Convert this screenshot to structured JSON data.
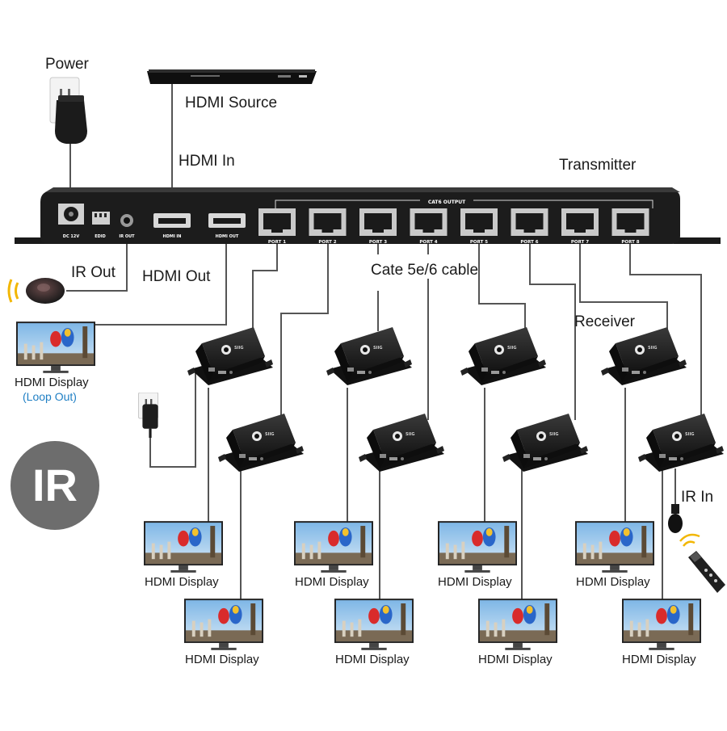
{
  "labels": {
    "power": "Power",
    "hdmi_source": "HDMI Source",
    "hdmi_in": "HDMI In",
    "transmitter": "Transmitter",
    "ir_out": "IR Out",
    "hdmi_out": "HDMI Out",
    "cable": "Cate 5e/6 cable",
    "receiver": "Receiver",
    "ir_in": "IR In",
    "hdmi_display": "HDMI Display",
    "loop_out": "(Loop Out)",
    "ir_badge": "IR"
  },
  "transmitter_panel": {
    "cat6_output": "CAT6 OUTPUT",
    "dc": "DC 12V",
    "edid": "EDID",
    "ir_out": "IR OUT",
    "hdmi_in": "HDMI IN",
    "hdmi_out": "HDMI OUT",
    "ports": [
      "PORT 1",
      "PORT 2",
      "PORT 3",
      "PORT 4",
      "PORT 5",
      "PORT 6",
      "PORT 7",
      "PORT 8"
    ]
  },
  "colors": {
    "device": "#1c1c1c",
    "wire": "#555555",
    "ir_badge": "#6d6d6d",
    "loop_out_text": "#1f7fc4",
    "ir_signal": "#f2b705"
  },
  "icons": [
    "power-plug-icon",
    "dvd-player-icon",
    "ir-emitter-icon",
    "ir-receiver-icon",
    "remote-control-icon",
    "monitor-icon"
  ]
}
